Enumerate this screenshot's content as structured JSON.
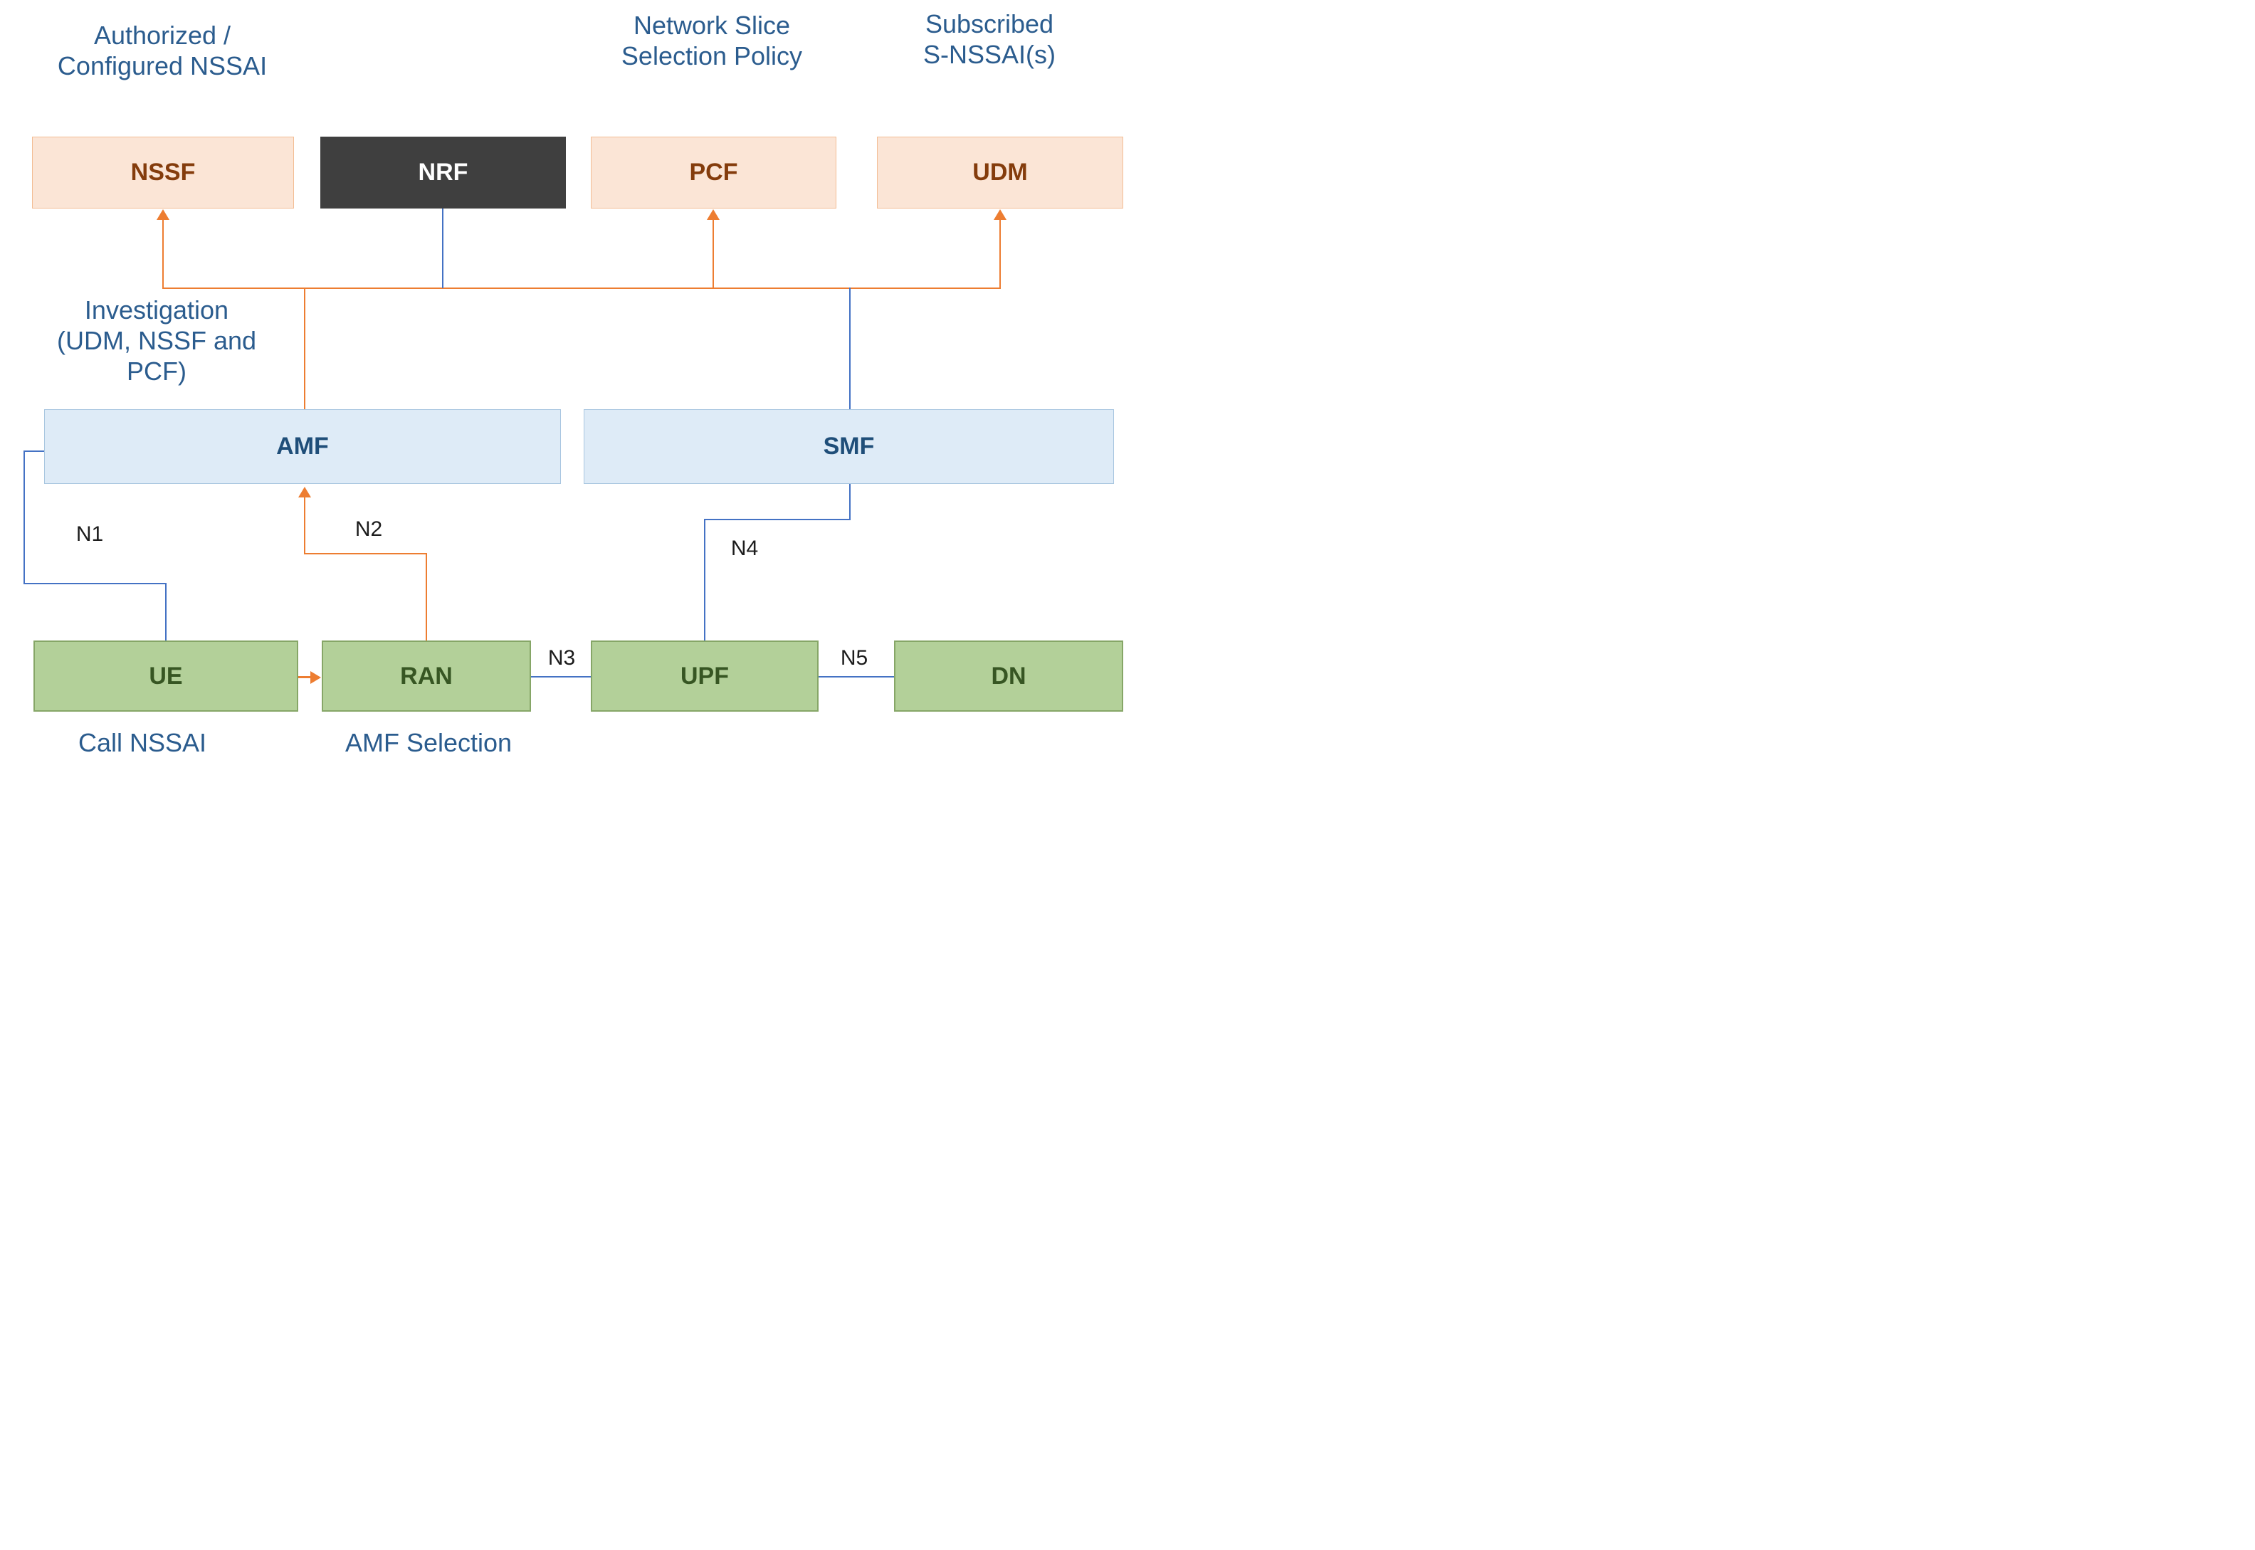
{
  "annotations": {
    "authorized_nssai": "Authorized /\nConfigured NSSAI",
    "network_slice_policy": "Network Slice\nSelection Policy",
    "subscribed_snssai": "Subscribed\nS-NSSAI(s)",
    "investigation": "Investigation\n(UDM, NSSF and\nPCF)",
    "call_nssai": "Call NSSAI",
    "amf_selection": "AMF Selection"
  },
  "nodes": {
    "nssf": "NSSF",
    "nrf": "NRF",
    "pcf": "PCF",
    "udm": "UDM",
    "amf": "AMF",
    "smf": "SMF",
    "ue": "UE",
    "ran": "RAN",
    "upf": "UPF",
    "dn": "DN"
  },
  "interfaces": {
    "n1": "N1",
    "n2": "N2",
    "n3": "N3",
    "n4": "N4",
    "n5": "N5"
  },
  "colors": {
    "orange_connector": "#ED7D31",
    "blue_connector": "#4472C4",
    "peach_fill": "#FBE5D6",
    "peach_border": "#F3BD94",
    "peach_text": "#843C0C",
    "dark_fill": "#3F3F3F",
    "dark_text": "#FFFFFF",
    "blue_fill": "#DEEBF7",
    "blue_border": "#A8C6E0",
    "blue_text": "#1F4E79",
    "green_fill": "#B3D099",
    "green_border": "#86A667",
    "green_text": "#375623",
    "annotation_text": "#2B5C8E",
    "interface_text": "#1C1C1C"
  }
}
